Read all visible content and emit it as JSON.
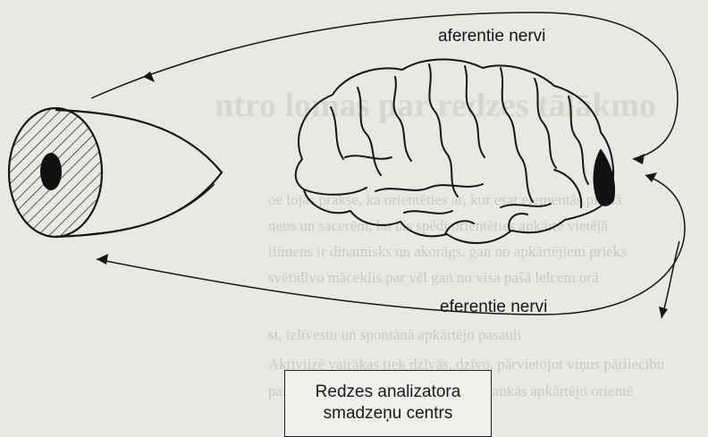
{
  "labels": {
    "afferent": "aferentie nervi",
    "efferent": "eferentie nervi",
    "center_line1": "Redzes analizatora",
    "center_line2": "smadzeņu centrs"
  },
  "bleed_through": {
    "heading": "ntro lomas par redzes tālākmo",
    "lines": [
      "oe lojās prakse, ka orientēties ar, kur esat elementās pirmā",
      "nens un sacerēm, lai tās spēdi orientēties apkārtē vietējā",
      "ilimens ir dinamisks un akorāgs, gan no apkārtējiem prieks",
      "svētīdīvo māceklis par vēl gan no visa pašā lelcem orā",
      "st, izlīvestu un spontānā apkārtējo pasauli",
      "Aktiviizē vairākas tiek dzīvās, dzīvo, pārvietojot viņus pārliecību",
      "pamats iedomas dzīvē rīkojas savās laukās apkārtējo orientē"
    ]
  },
  "colors": {
    "background": "#e8e8e5",
    "ink": "#151515",
    "bleed": "#c9c9c5"
  }
}
